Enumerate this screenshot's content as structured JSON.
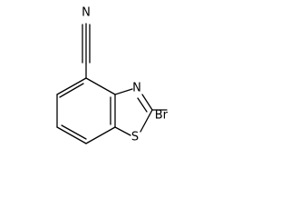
{
  "molecule": {
    "atoms": [
      {
        "id": "n_nitrile",
        "label": "N"
      },
      {
        "id": "n_ring",
        "label": "N"
      },
      {
        "id": "s_ring",
        "label": "S"
      },
      {
        "id": "br",
        "label": "Br"
      }
    ],
    "colors": {
      "ink": "#000000",
      "background": "#ffffff"
    }
  }
}
